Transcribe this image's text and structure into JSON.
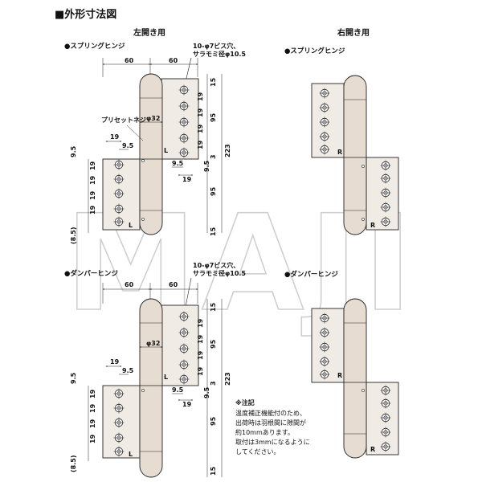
{
  "title": "■外形寸法図",
  "headings": {
    "left_open": "左開き用",
    "right_open": "右開き用"
  },
  "labels": {
    "spring": "●スプリングヒンジ",
    "damper": "●ダンパーヒンジ",
    "preset_screw": "プリセットネジ",
    "screw_line1": "10-φ7ビス穴、",
    "screw_line2": "サラモミ径φ10.5",
    "mark_L": "L",
    "mark_R": "R"
  },
  "dimensions": {
    "w60": "60",
    "d32": "φ32",
    "d19": "19",
    "d95": "95",
    "d9_5": "9.5",
    "d15": "15",
    "d223": "223",
    "d3": "3",
    "d8_5": "(8.5)"
  },
  "notes": {
    "title": "※注記",
    "lines": [
      "温度補正機能付のため、",
      "出荷時は羽根間に隙間が",
      "約10mmあります。",
      "取付は3mmになるように",
      "してください。"
    ]
  },
  "watermark": "MAJI",
  "colors": {
    "leaf": "#f1ebe5",
    "barrel": "#e6dcd1",
    "line": "#222222",
    "watermark": "#cfcfcf"
  }
}
